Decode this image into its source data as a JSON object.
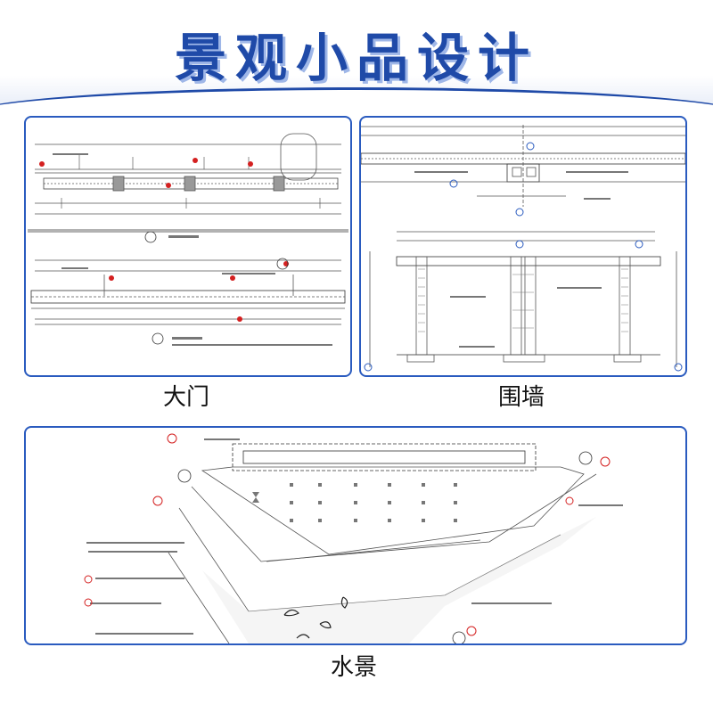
{
  "header": {
    "title": "景观小品设计"
  },
  "panels": {
    "gate": {
      "caption": "大门"
    },
    "wall": {
      "caption": "围墙"
    },
    "water": {
      "caption": "水景"
    }
  },
  "colors": {
    "accent": "#1f4aa8",
    "border": "#2a5bbf",
    "marker_red": "#d42020"
  }
}
